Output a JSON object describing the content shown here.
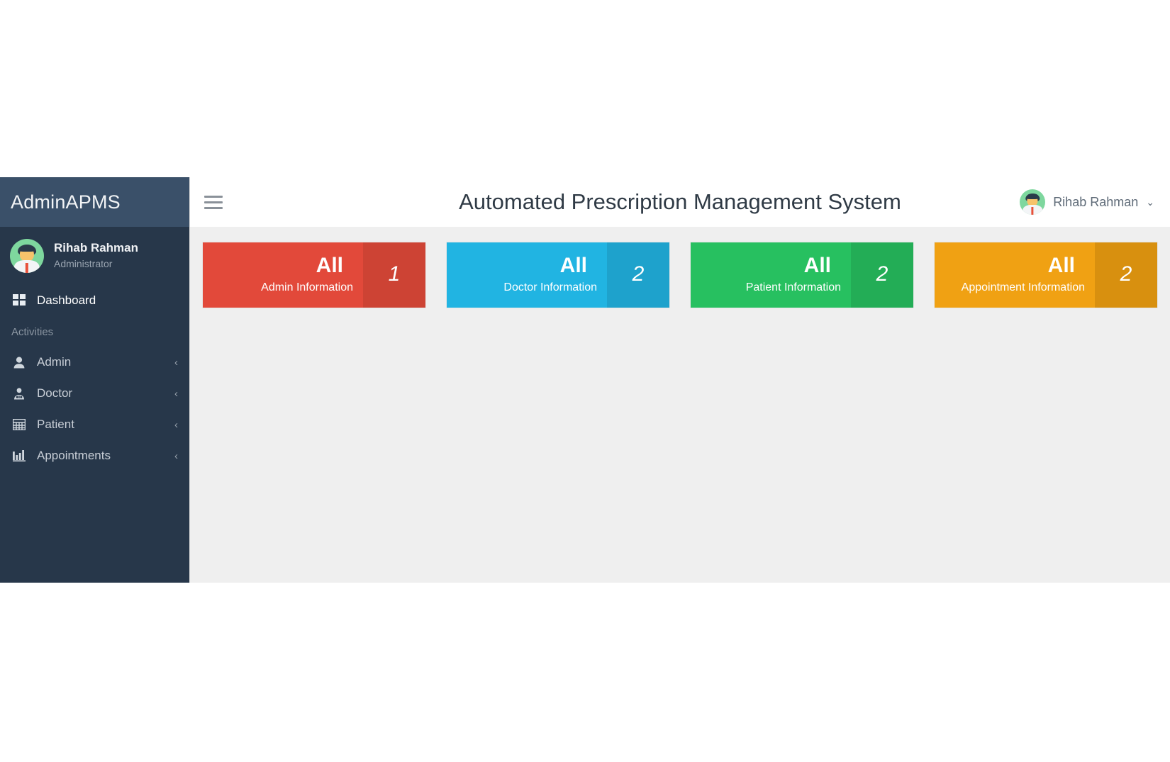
{
  "sidebar": {
    "brand": "AdminAPMS",
    "user": {
      "name": "Rihab Rahman",
      "role": "Administrator",
      "avatar_icon": "user-avatar-icon"
    },
    "dashboard": {
      "label": "Dashboard",
      "icon": "dashboard-grid-icon"
    },
    "section_header": "Activities",
    "items": [
      {
        "label": "Admin",
        "icon": "user-icon",
        "arrow": "‹"
      },
      {
        "label": "Doctor",
        "icon": "doctor-icon",
        "arrow": "‹"
      },
      {
        "label": "Patient",
        "icon": "table-grid-icon",
        "arrow": "‹"
      },
      {
        "label": "Appointments",
        "icon": "bar-chart-icon",
        "arrow": "‹"
      }
    ]
  },
  "topbar": {
    "menu_toggle_icon": "hamburger-icon",
    "title": "Automated Prescription Management System",
    "user_name": "Rihab Rahman",
    "caret": "⌄",
    "avatar_icon": "user-avatar-icon"
  },
  "stats": {
    "cards": [
      {
        "title": "All",
        "description": "Admin Information",
        "count": "1",
        "color": "#e2493a",
        "count_color": "#cd4334"
      },
      {
        "title": "All",
        "description": "Doctor Information",
        "count": "2",
        "color": "#21b4e2",
        "count_color": "#1ea2cc"
      },
      {
        "title": "All",
        "description": "Patient Information",
        "count": "2",
        "color": "#27c060",
        "count_color": "#23ad56"
      },
      {
        "title": "All",
        "description": "Appointment Information",
        "count": "2",
        "color": "#f0a113",
        "count_color": "#d8900f"
      }
    ]
  },
  "colors": {
    "sidebar_bg": "#27374a",
    "sidebar_brand_bg": "#3a5069",
    "content_bg": "#efefef",
    "topbar_bg": "#ffffff"
  }
}
